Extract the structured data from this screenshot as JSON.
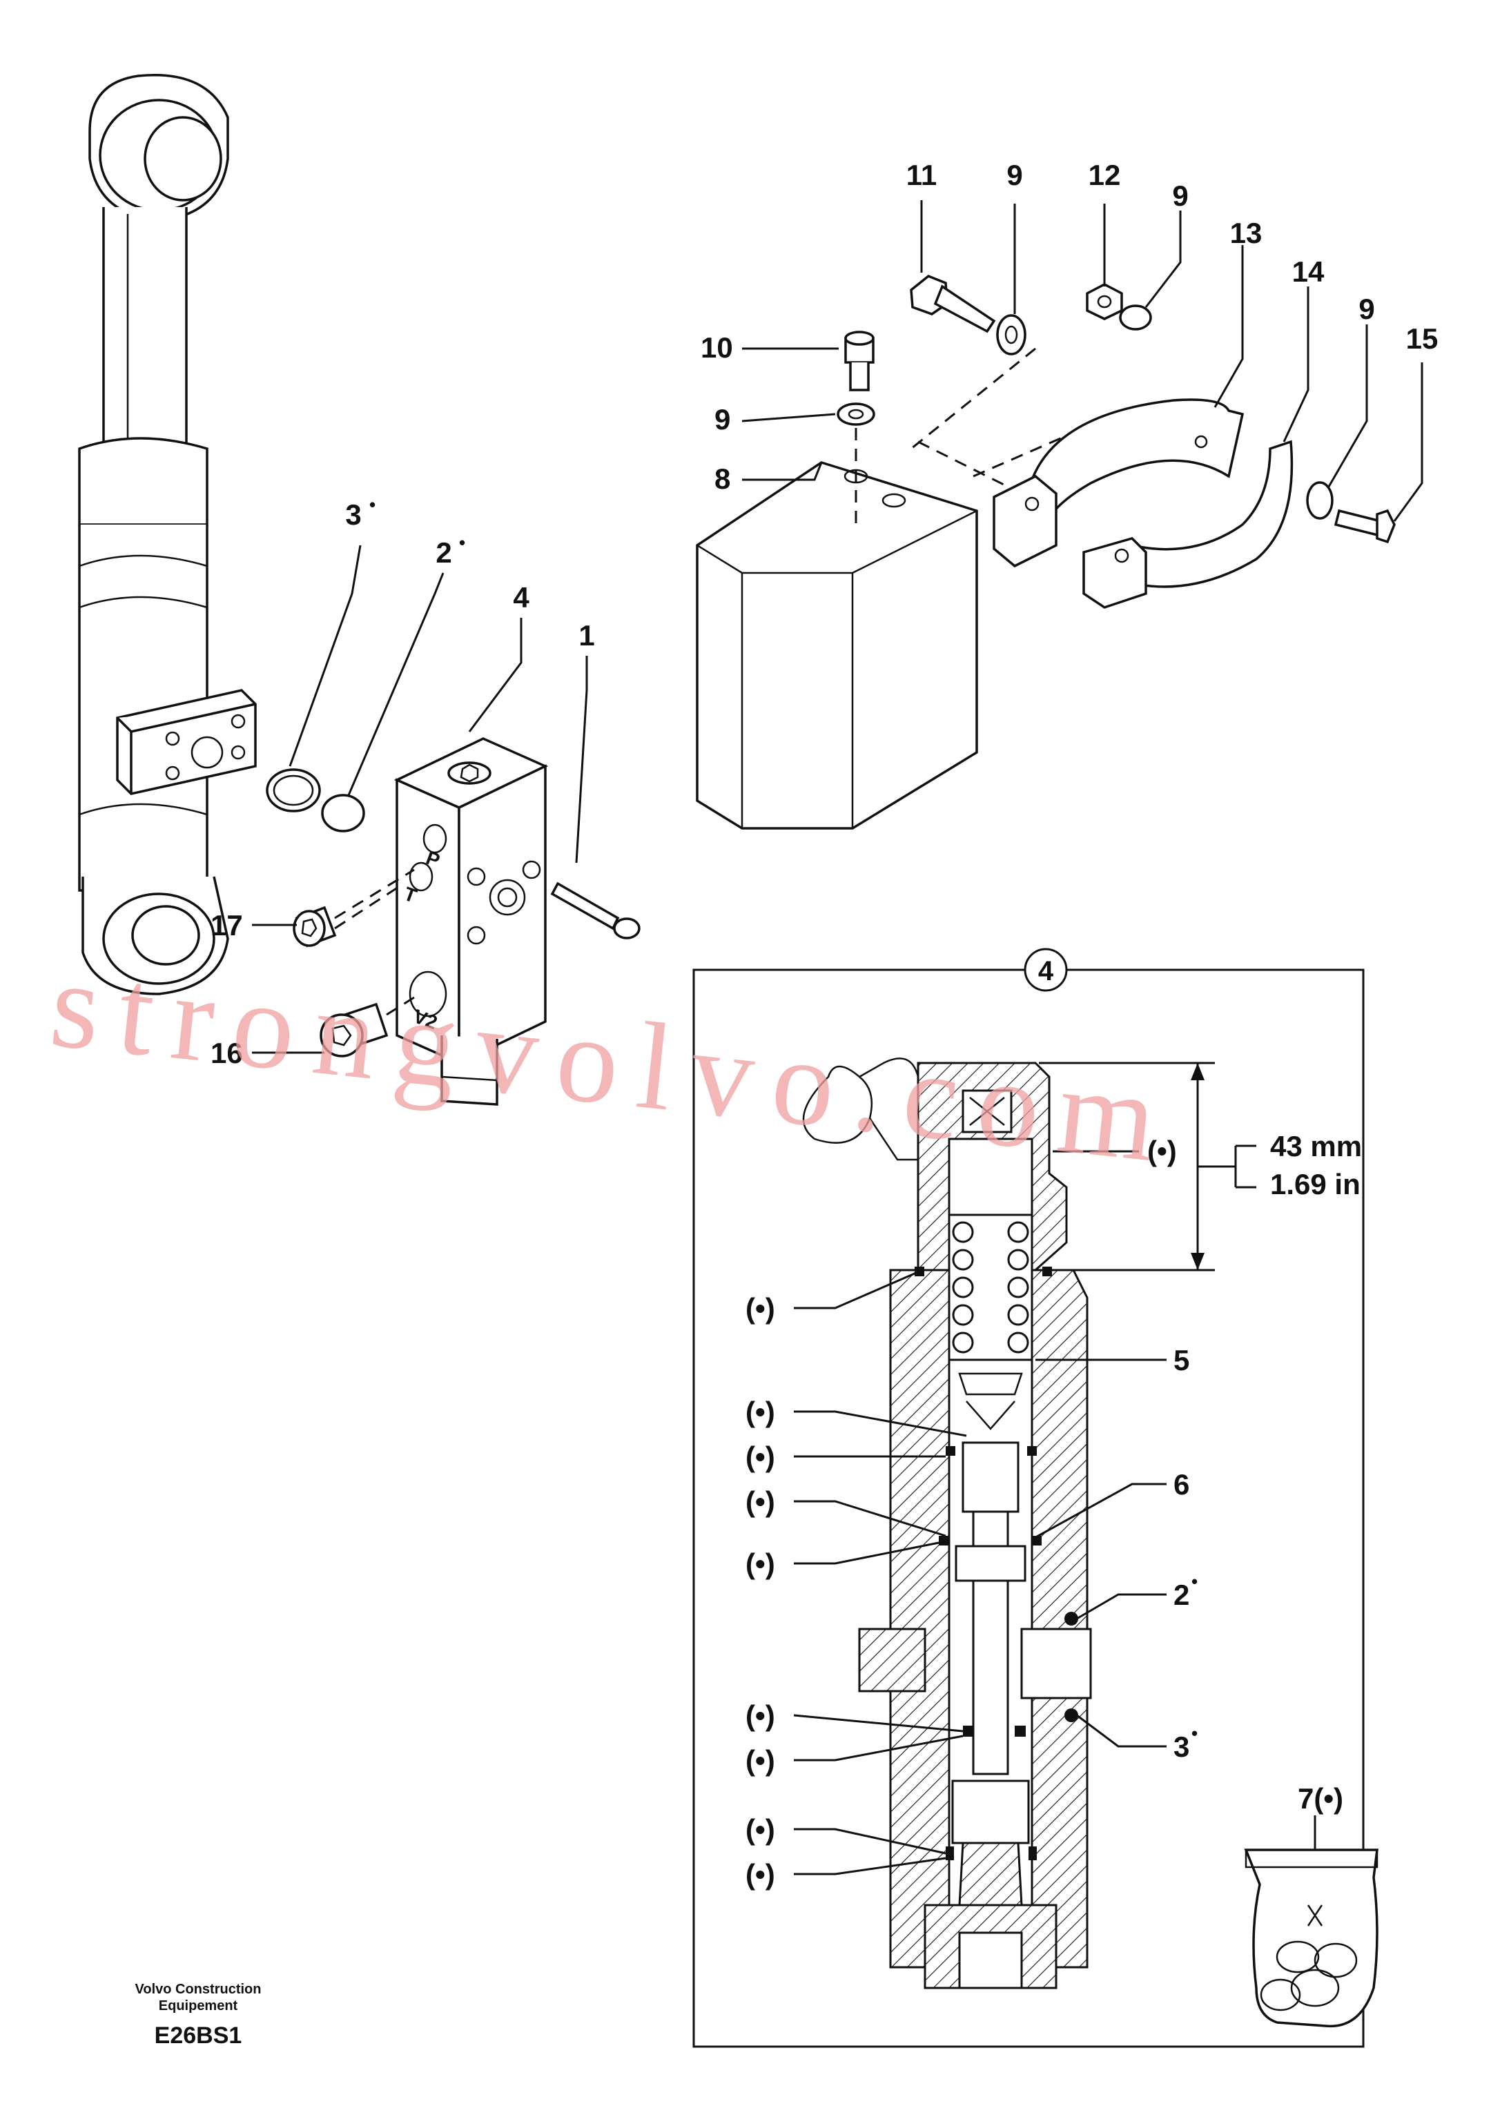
{
  "diagram": {
    "part_labels": {
      "p1": "1",
      "p2": "2",
      "p3": "3",
      "p4": "4",
      "p8": "8",
      "p9a": "9",
      "p9b": "9",
      "p9c": "9",
      "p9d": "9",
      "p10": "10",
      "p11": "11",
      "p12": "12",
      "p13": "13",
      "p14": "14",
      "p15": "15",
      "p16": "16",
      "p17": "17"
    },
    "bullet": "•",
    "port_labels": {
      "p": "P",
      "t": "T",
      "v2": "V2"
    },
    "detail": {
      "circle_label": "4",
      "dimension_mm": "43 mm",
      "dimension_in": "1.69 in",
      "seal_marker": "(•)",
      "callout_5": "5",
      "callout_6": "6",
      "callout_2": "2",
      "callout_3": "3",
      "callout_7": "7(•)"
    }
  },
  "watermark": "strongvolvo.com",
  "footer": {
    "line1": "Volvo Construction",
    "line2": "Equipement",
    "code": "E26BS1"
  }
}
